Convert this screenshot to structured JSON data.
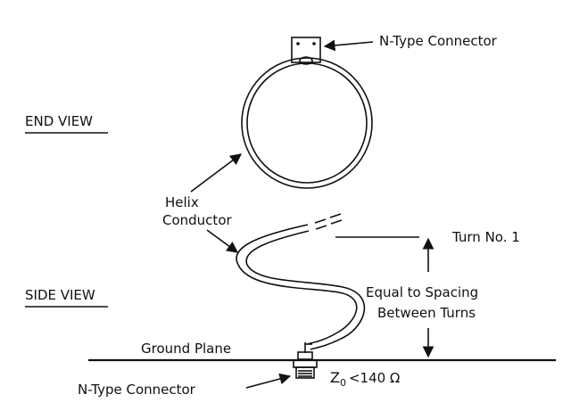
{
  "labels": {
    "end_view": "END VIEW",
    "side_view": "SIDE VIEW",
    "n_type_top": "N-Type Connector",
    "n_type_bottom": "N-Type Connector",
    "helix_line1": "Helix",
    "helix_line2": "Conductor",
    "turn_no1": "Turn No. 1",
    "equal_line1": "Equal to Spacing",
    "equal_line2": "Between Turns",
    "ground_plane": "Ground Plane",
    "z0_symbol": "Z",
    "z0_sub": "0",
    "z0_value": "<140 Ω"
  },
  "colors": {
    "ink": "#111111",
    "background": "#ffffff"
  }
}
